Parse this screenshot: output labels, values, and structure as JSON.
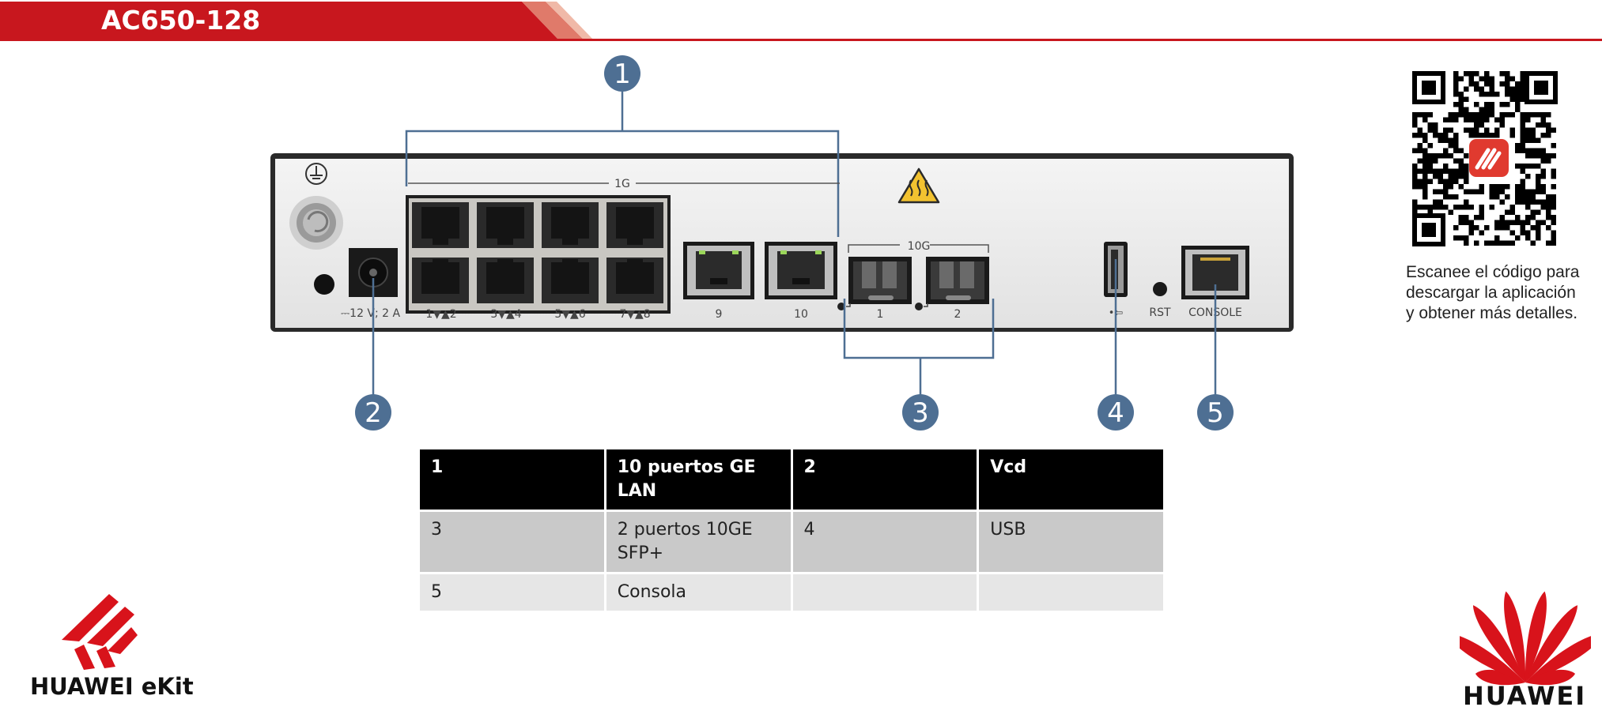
{
  "header": {
    "title": "AC650-128",
    "accent_color": "#c8171e"
  },
  "device": {
    "labels": {
      "group_1g": "1G",
      "group_10g": "10G",
      "power": "⎓12 V; 2 A",
      "ports_1_2": "1▼▲2",
      "ports_3_4": "3▼▲4",
      "ports_5_6": "5▼▲6",
      "ports_7_8": "7▼▲8",
      "port_9": "9",
      "port_10": "10",
      "sfp_1": "1",
      "sfp_2": "2",
      "usb": "•⇦",
      "rst": "RST",
      "console": "CONSOLE"
    },
    "icons": [
      "ground-icon",
      "hot-surface-warning-icon",
      "usb-icon"
    ]
  },
  "callouts": [
    {
      "num": "1"
    },
    {
      "num": "2"
    },
    {
      "num": "3"
    },
    {
      "num": "4"
    },
    {
      "num": "5"
    }
  ],
  "legend_table": {
    "rows": [
      [
        "1",
        "10 puertos GE LAN",
        "2",
        "Vcd"
      ],
      [
        "3",
        "2 puertos 10GE SFP+",
        "4",
        "USB"
      ],
      [
        "5",
        "Consola",
        "",
        ""
      ]
    ]
  },
  "qr": {
    "text_lines": [
      "Escanee el código para",
      "descargar la aplicación",
      "y obtener más detalles."
    ]
  },
  "footer": {
    "ekit_label": "HUAWEI eKit",
    "huawei_label": "HUAWEI"
  },
  "colors": {
    "callout": "#4e6f93",
    "brand_red": "#d8131b"
  }
}
